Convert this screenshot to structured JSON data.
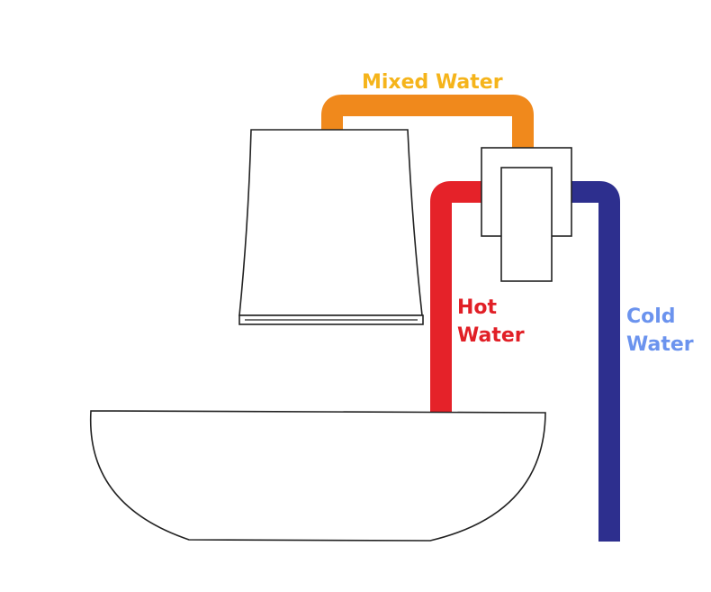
{
  "labels": {
    "mixed": "Mixed Water",
    "hot": "Hot\nWater",
    "cold": "Cold\nWater"
  },
  "colors": {
    "mixed": "#f0891c",
    "hot": "#e52229",
    "cold": "#2d2f8e",
    "mixed_text": "#f5b41b",
    "hot_text": "#e11f26",
    "cold_text": "#6b93ee",
    "outline": "#222222"
  }
}
